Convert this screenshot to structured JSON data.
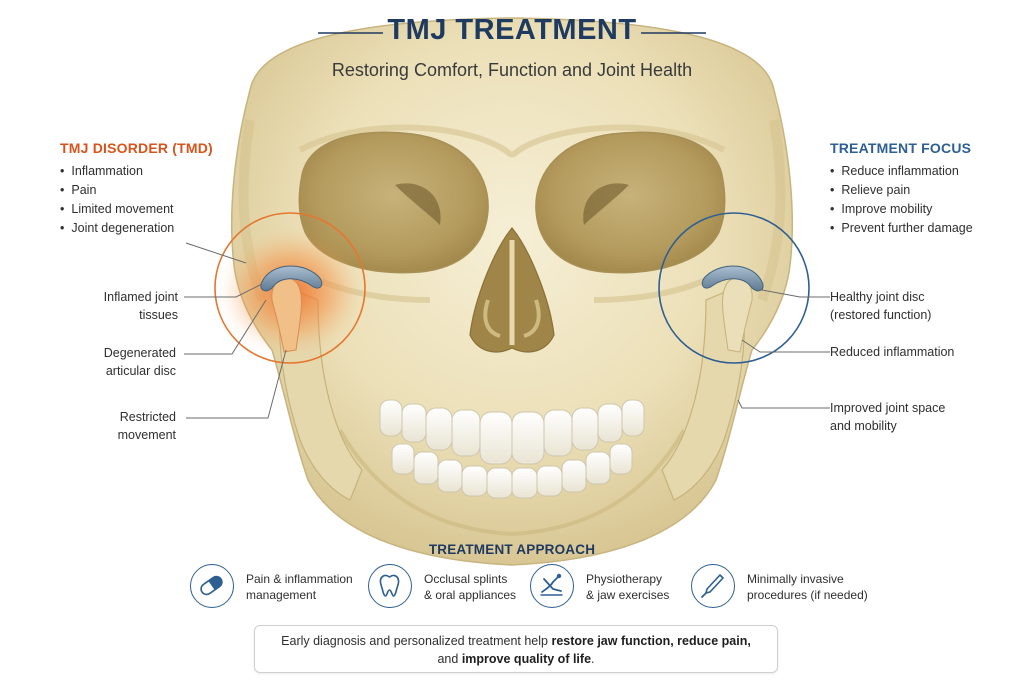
{
  "header": {
    "title": "TMJ TREATMENT",
    "subtitle": "Restoring Comfort, Function and Joint Health"
  },
  "disorder": {
    "heading": "TMJ DISORDER (TMD)",
    "items": [
      "Inflammation",
      "Pain",
      "Limited movement",
      "Joint degeneration"
    ]
  },
  "focus": {
    "heading": "TREATMENT FOCUS",
    "items": [
      "Reduce inflammation",
      "Relieve pain",
      "Improve mobility",
      "Prevent further damage"
    ]
  },
  "left_callouts": {
    "inflamed": [
      "Inflamed joint",
      "tissues"
    ],
    "degenerated": [
      "Degenerated",
      "articular disc"
    ],
    "restricted": [
      "Restricted",
      "movement"
    ]
  },
  "right_callouts": {
    "healthy": [
      "Healthy joint disc",
      "(restored function)"
    ],
    "reduced": [
      "Reduced inflammation"
    ],
    "improved": [
      "Improved joint space",
      "and mobility"
    ]
  },
  "approach": {
    "heading": "TREATMENT APPROACH",
    "items": [
      {
        "icon": "capsule-icon",
        "lines": [
          "Pain & inflammation",
          "management"
        ]
      },
      {
        "icon": "tooth-icon",
        "lines": [
          "Occlusal splints",
          "& oral appliances"
        ]
      },
      {
        "icon": "exercise-icon",
        "lines": [
          "Physiotherapy",
          "& jaw exercises"
        ]
      },
      {
        "icon": "scalpel-icon",
        "lines": [
          "Minimally invasive",
          "procedures (if needed)"
        ]
      }
    ]
  },
  "summary": {
    "part1": "Early diagnosis and personalized treatment help ",
    "bold1": "restore jaw function, reduce pain,",
    "part2": "and ",
    "bold2": "improve quality of life",
    "part3": "."
  },
  "colors": {
    "title_navy": "#1f3a60",
    "disorder_orange": "#d9541c",
    "focus_blue": "#2e5f93",
    "bone": "#ece2bf",
    "disc_blue": "#7f98ad"
  }
}
